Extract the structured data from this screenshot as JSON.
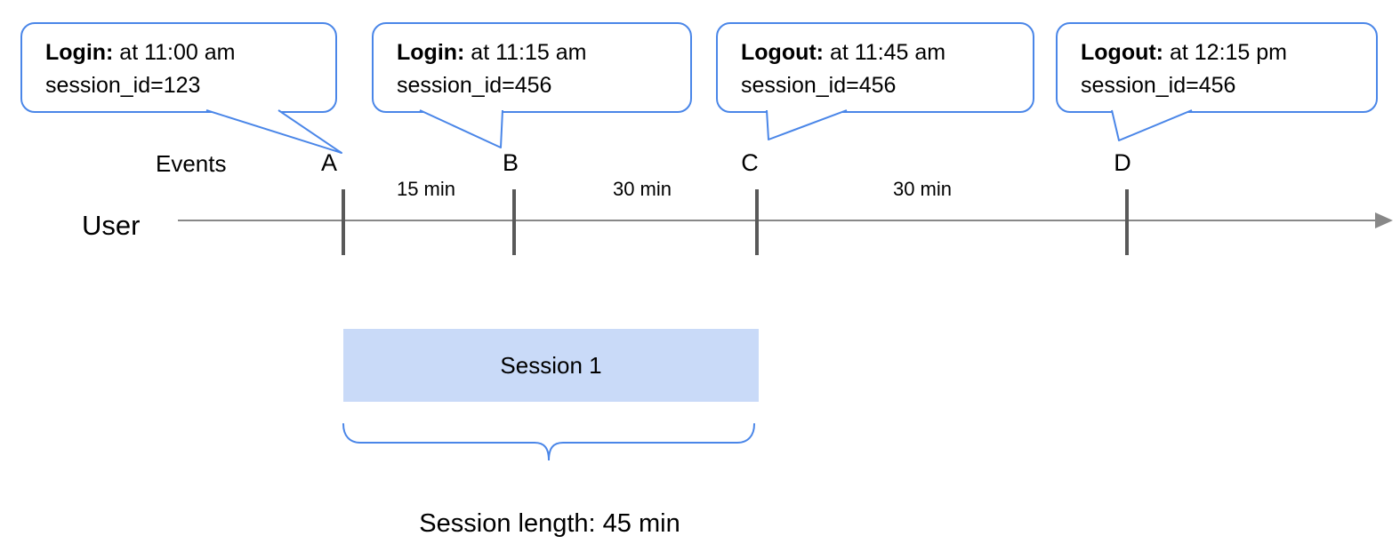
{
  "bubbles": [
    {
      "label": "Login:",
      "rest": " at 11:00 am",
      "line2": "session_id=123"
    },
    {
      "label": "Login:",
      "rest": " at 11:15 am",
      "line2": "session_id=456"
    },
    {
      "label": "Logout:",
      "rest": " at 11:45 am",
      "line2": "session_id=456"
    },
    {
      "label": "Logout:",
      "rest": " at 12:15 pm",
      "line2": "session_id=456"
    }
  ],
  "timeline": {
    "axis_label": "User",
    "events_label": "Events",
    "events": [
      "A",
      "B",
      "C",
      "D"
    ],
    "intervals": [
      "15 min",
      "30 min",
      "30 min"
    ]
  },
  "session": {
    "label": "Session 1",
    "length_label": "Session length: 45 min"
  },
  "colors": {
    "accent_blue": "#4a86e8",
    "session_fill": "#c9daf8",
    "line_gray": "#888888",
    "tick_gray": "#595959",
    "text_black": "#000000"
  }
}
